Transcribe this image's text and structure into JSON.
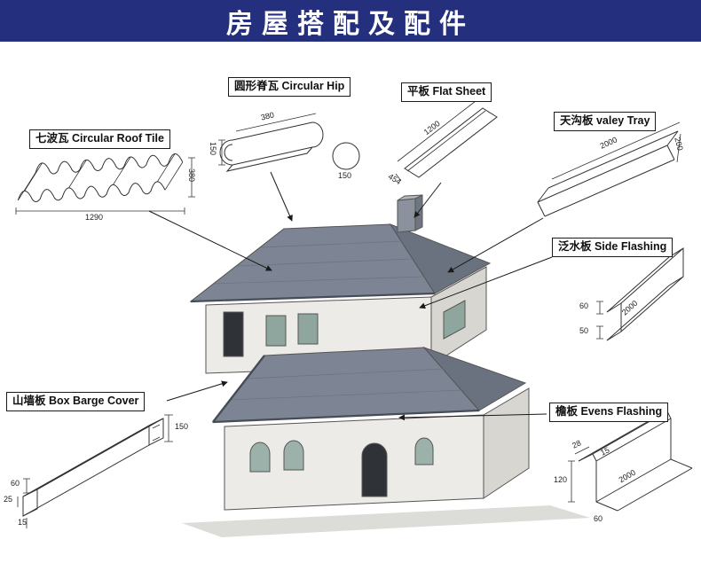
{
  "header": {
    "title": "房屋搭配及配件"
  },
  "colors": {
    "banner_bg": "#24307e",
    "banner_text": "#ffffff",
    "roof_gray": "#7d8594",
    "roof_gray_dark": "#6a7280",
    "wall_light": "#edebe7",
    "window_teal": "#8fa69f",
    "line_dark": "#1a1a1a"
  },
  "labels": {
    "roof_tile": "七波瓦 Circular Roof Tile",
    "circular_hip": "圆形脊瓦 Circular Hip",
    "flat_sheet": "平板 Flat  Sheet",
    "valley_tray": "天沟板 valey Tray",
    "side_flashing": "泛水板 Side Flashing",
    "barge_cover": "山墙板 Box Barge Cover",
    "eaves_flashing": "檐板 Evens Flashing"
  },
  "dims": {
    "roof_tile_length": "1290",
    "roof_tile_width": "380",
    "hip_length": "380",
    "hip_height": "150",
    "hip_diameter": "150",
    "flat_length": "1200",
    "flat_width": "454",
    "valley_length": "2000",
    "valley_width": "200",
    "side_top": "60",
    "side_bottom": "50",
    "side_length": "2000",
    "barge_height": "150",
    "barge_top": "60",
    "barge_lip": "25",
    "barge_edge": "15",
    "eaves_top": "28",
    "eaves_lip": "15",
    "eaves_length": "2000",
    "eaves_face": "120",
    "eaves_bottom": "60"
  }
}
